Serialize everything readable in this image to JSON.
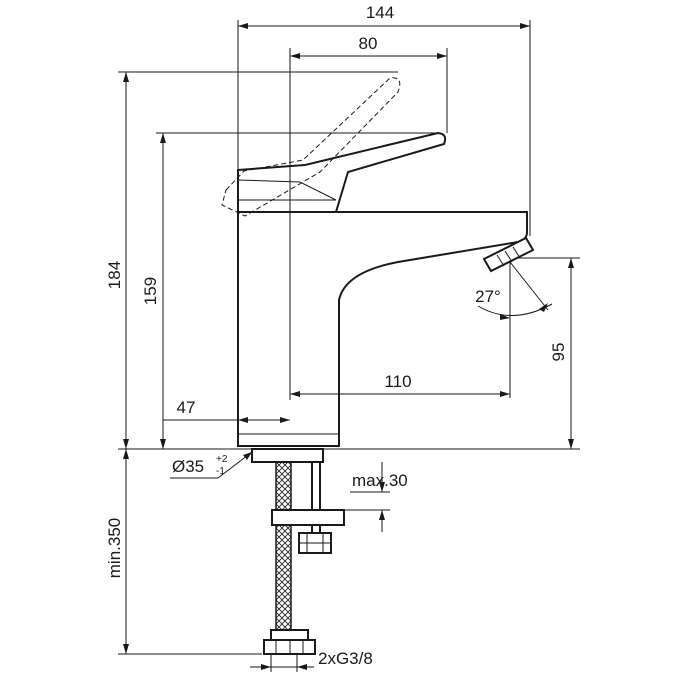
{
  "dimensions": {
    "overall_width": "144",
    "lever_reach": "80",
    "overall_height": "184",
    "spout_height": "159",
    "outlet_height": "95",
    "spout_projection": "110",
    "body_offset": "47",
    "spray_angle": "27°",
    "hole_diameter": "Ø35",
    "hole_tol_upper": "+2",
    "hole_tol_lower": "-1",
    "max_deck": "max.30",
    "hose_length": "min.350",
    "connection": "2xG3/8"
  }
}
